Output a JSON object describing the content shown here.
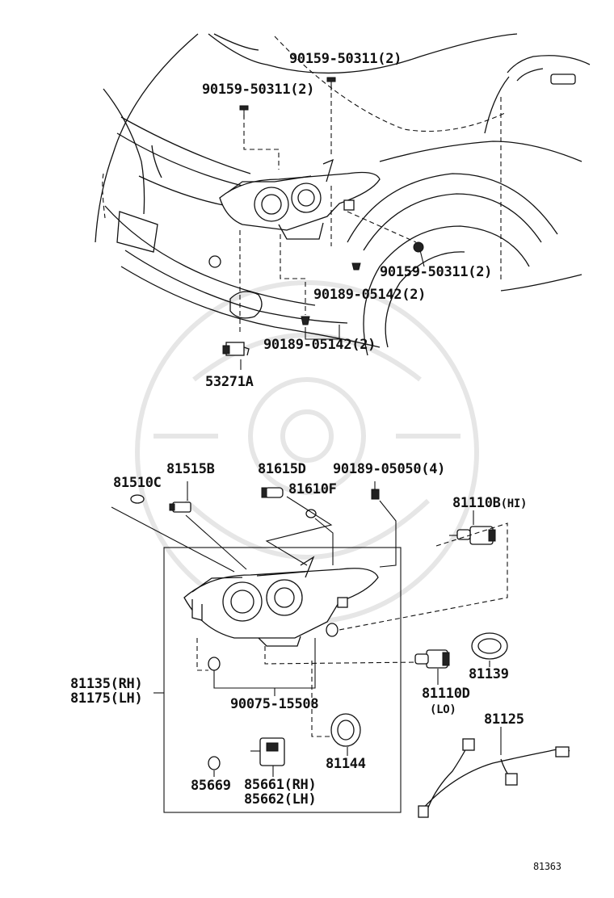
{
  "diagram": {
    "labels": {
      "bolt_top_right": "90159-50311(2)",
      "bolt_top_left": "90159-50311(2)",
      "bolt_fender": "90159-50311(2)",
      "clip_upper": "90189-05142(2)",
      "clip_lower": "90189-05142(2)",
      "bracket": "53271A",
      "part_81510c": "81510C",
      "part_81515b": "81515B",
      "part_81615d": "81615D",
      "part_81610f": "81610F",
      "part_90189_05050": "90189-05050(4)",
      "bulb_hi_code": "81110B",
      "bulb_hi_suffix": "(HI)",
      "assy_rh": "81135(RH)",
      "assy_lh": "81175(LH)",
      "seal_group": "90075-15508",
      "bulb_lo_code": "81110D",
      "bulb_lo_suffix": "(LO)",
      "socket": "81139",
      "wire": "81125",
      "cap": "81144",
      "ring": "85669",
      "motor_rh": "85661(RH)",
      "motor_lh": "85662(LH)",
      "ref_code": "81363"
    }
  }
}
